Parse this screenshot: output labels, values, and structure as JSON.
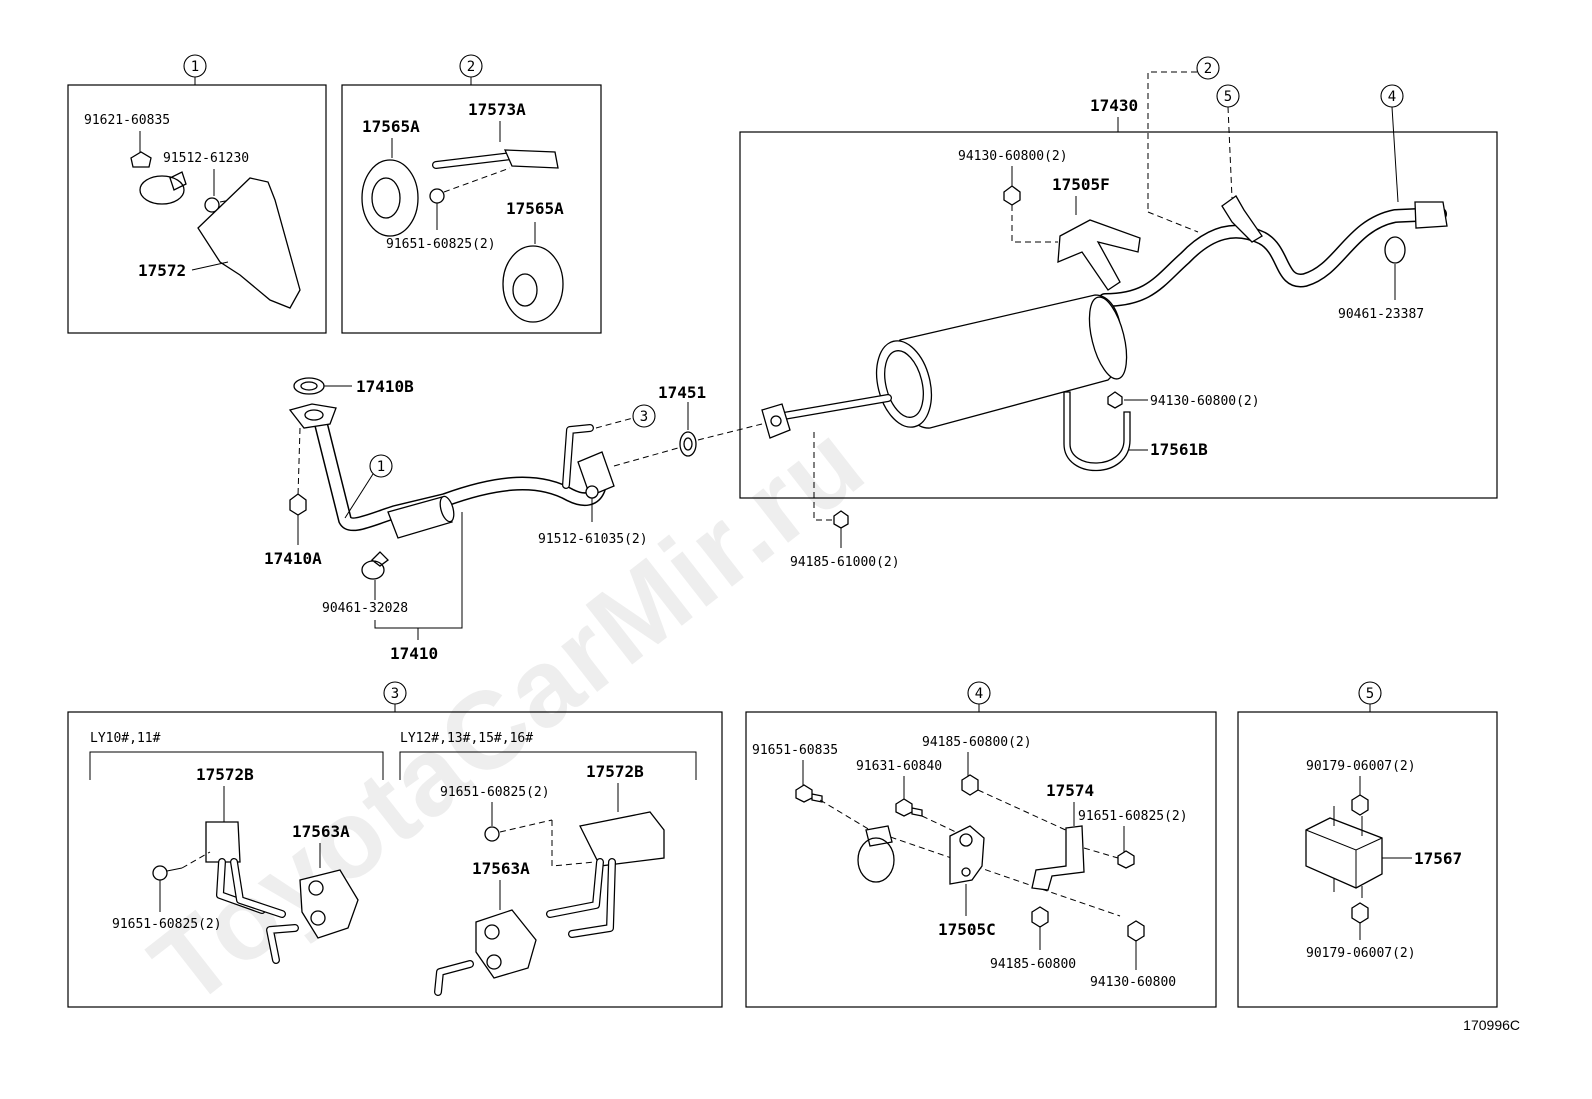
{
  "watermark": "ToyotaCarMir.ru",
  "diagram_code": "170996C",
  "callouts": [
    "1",
    "2",
    "3",
    "4",
    "5"
  ],
  "parts": {
    "p17410B": "17410B",
    "p17410A": "17410A",
    "p17410": "17410",
    "p90461_32028": "90461-32028",
    "p91512_61035": "91512-61035(2)",
    "p17451": "17451",
    "p94185_61000": "94185-61000(2)",
    "p17430": "17430",
    "p94130_60800_top": "94130-60800(2)",
    "p17505F": "17505F",
    "p94130_60800_mid": "94130-60800(2)",
    "p17561B": "17561B",
    "p90461_23387": "90461-23387"
  },
  "detail1": {
    "label": "1",
    "p91621_60835": "91621-60835",
    "p91512_61230": "91512-61230",
    "p17572": "17572"
  },
  "detail2": {
    "label": "2",
    "p17565A_1": "17565A",
    "p17573A": "17573A",
    "p17565A_2": "17565A",
    "p91651_60825": "91651-60825(2)"
  },
  "detail3": {
    "label": "3",
    "group_left": "LY10#,11#",
    "group_right": "LY12#,13#,15#,16#",
    "p17572B_left": "17572B",
    "p17563A_left": "17563A",
    "p91651_60825_left": "91651-60825(2)",
    "p91651_60825_right": "91651-60825(2)",
    "p17572B_right": "17572B",
    "p17563A_right": "17563A"
  },
  "detail4": {
    "label": "4",
    "p91651_60835": "91651-60835",
    "p94185_60800_2": "94185-60800(2)",
    "p91631_60840": "91631-60840",
    "p17574": "17574",
    "p91651_60825": "91651-60825(2)",
    "p17505C": "17505C",
    "p94185_60800": "94185-60800",
    "p94130_60800": "94130-60800"
  },
  "detail5": {
    "label": "5",
    "p90179_06007_top": "90179-06007(2)",
    "p17567": "17567",
    "p90179_06007_bottom": "90179-06007(2)"
  }
}
